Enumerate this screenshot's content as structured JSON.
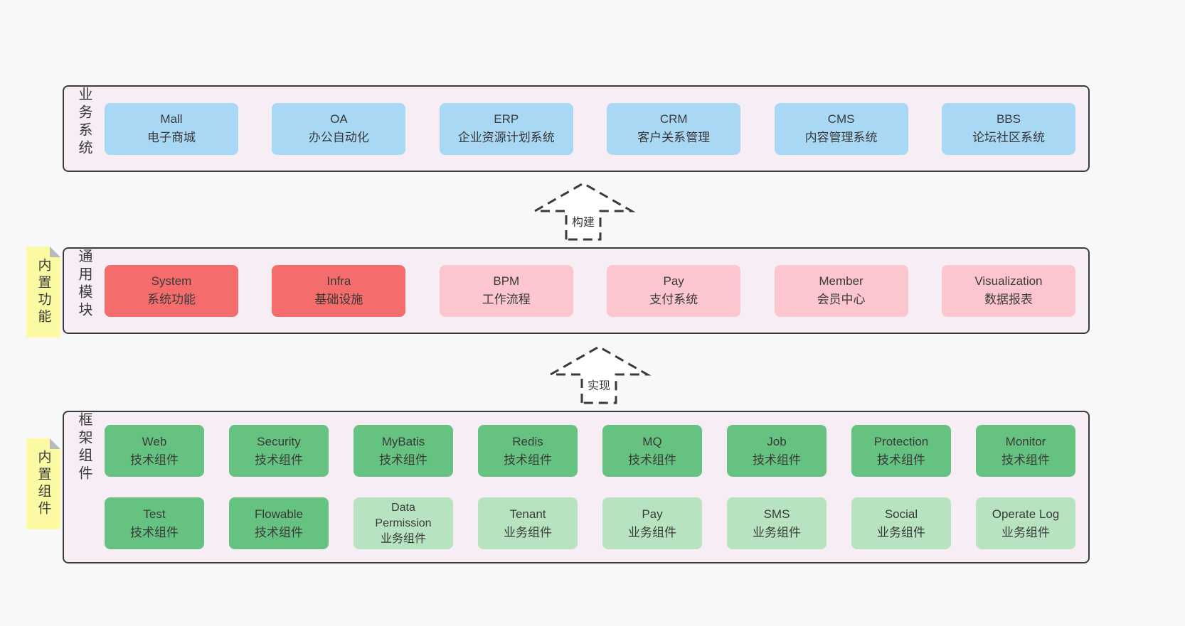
{
  "colors": {
    "page_bg": "#f8f8f8",
    "panel_bg": "#f7edf5",
    "panel_border": "#3c3c3c",
    "text": "#3a3a3a",
    "blue": "#a9d8f5",
    "red": "#f56c6c",
    "pink": "#fbc6ce",
    "green_dark": "#66c281",
    "green_light": "#b7e3c0",
    "note_bg": "#fbfaa3",
    "note_fold": "#b9b9b9",
    "arrow_stroke": "#3a3a3a",
    "arrow_fill": "#ffffff"
  },
  "sections": {
    "business": {
      "label": "业务系统",
      "rows": [
        [
          {
            "lines": [
              "Mall",
              "电子商城"
            ],
            "variant": "blue"
          },
          {
            "lines": [
              "OA",
              "办公自动化"
            ],
            "variant": "blue"
          },
          {
            "lines": [
              "ERP",
              "企业资源计划系统"
            ],
            "variant": "blue"
          },
          {
            "lines": [
              "CRM",
              "客户关系管理"
            ],
            "variant": "blue"
          },
          {
            "lines": [
              "CMS",
              "内容管理系统"
            ],
            "variant": "blue"
          },
          {
            "lines": [
              "BBS",
              "论坛社区系统"
            ],
            "variant": "blue"
          }
        ]
      ]
    },
    "modules": {
      "label": "通用模块",
      "note": "内置功能",
      "rows": [
        [
          {
            "lines": [
              "System",
              "系统功能"
            ],
            "variant": "red"
          },
          {
            "lines": [
              "Infra",
              "基础设施"
            ],
            "variant": "red"
          },
          {
            "lines": [
              "BPM",
              "工作流程"
            ],
            "variant": "pink"
          },
          {
            "lines": [
              "Pay",
              "支付系统"
            ],
            "variant": "pink"
          },
          {
            "lines": [
              "Member",
              "会员中心"
            ],
            "variant": "pink"
          },
          {
            "lines": [
              "Visualization",
              "数据报表"
            ],
            "variant": "pink"
          }
        ]
      ]
    },
    "framework": {
      "label": "框架组件",
      "note": "内置组件",
      "rows": [
        [
          {
            "lines": [
              "Web",
              "技术组件"
            ],
            "variant": "green-dark"
          },
          {
            "lines": [
              "Security",
              "技术组件"
            ],
            "variant": "green-dark"
          },
          {
            "lines": [
              "MyBatis",
              "技术组件"
            ],
            "variant": "green-dark"
          },
          {
            "lines": [
              "Redis",
              "技术组件"
            ],
            "variant": "green-dark"
          },
          {
            "lines": [
              "MQ",
              "技术组件"
            ],
            "variant": "green-dark"
          },
          {
            "lines": [
              "Job",
              "技术组件"
            ],
            "variant": "green-dark"
          },
          {
            "lines": [
              "Protection",
              "技术组件"
            ],
            "variant": "green-dark"
          },
          {
            "lines": [
              "Monitor",
              "技术组件"
            ],
            "variant": "green-dark"
          }
        ],
        [
          {
            "lines": [
              "Test",
              "技术组件"
            ],
            "variant": "green-dark"
          },
          {
            "lines": [
              "Flowable",
              "技术组件"
            ],
            "variant": "green-dark"
          },
          {
            "lines": [
              "Data",
              "Permission",
              "业务组件"
            ],
            "variant": "green-light"
          },
          {
            "lines": [
              "Tenant",
              "业务组件"
            ],
            "variant": "green-light"
          },
          {
            "lines": [
              "Pay",
              "业务组件"
            ],
            "variant": "green-light"
          },
          {
            "lines": [
              "SMS",
              "业务组件"
            ],
            "variant": "green-light"
          },
          {
            "lines": [
              "Social",
              "业务组件"
            ],
            "variant": "green-light"
          },
          {
            "lines": [
              "Operate Log",
              "业务组件"
            ],
            "variant": "green-light"
          }
        ]
      ]
    }
  },
  "arrows": {
    "build": {
      "label": "构建"
    },
    "implement": {
      "label": "实现"
    }
  }
}
